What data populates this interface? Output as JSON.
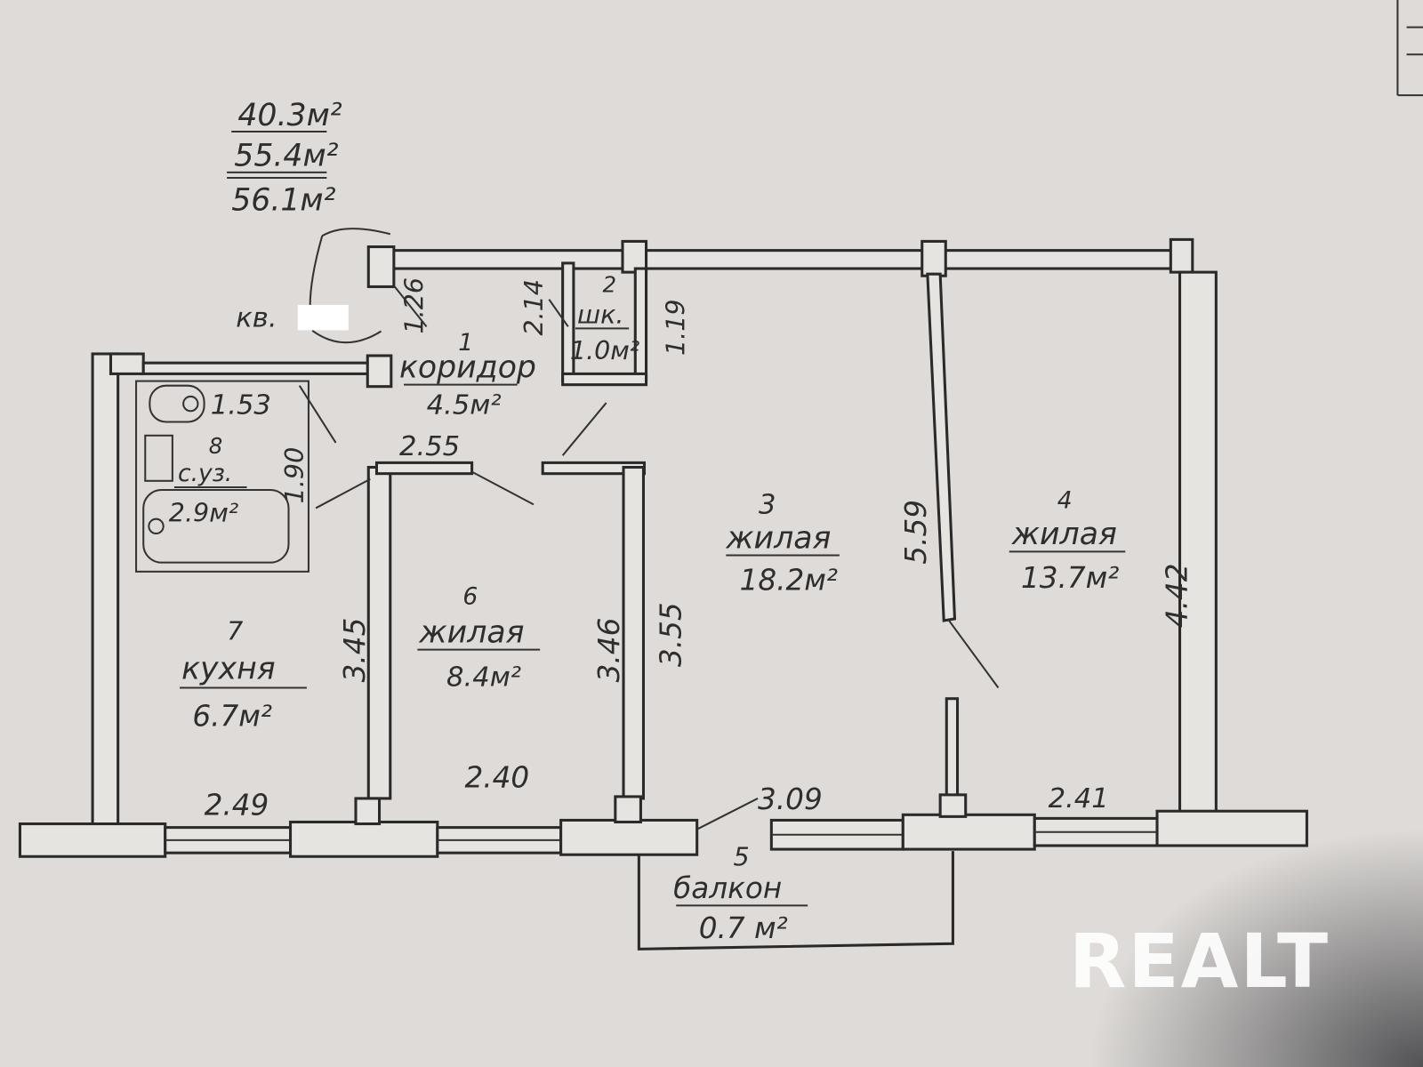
{
  "areas": {
    "living": "40.3м²",
    "total": "55.4м²",
    "total_with_balcony": "56.1м²"
  },
  "apartment_label": "кв.",
  "rooms": [
    {
      "number": "1",
      "name": "коридор",
      "area": "4.5м²"
    },
    {
      "number": "2",
      "name": "шк.",
      "area": "1.0м²"
    },
    {
      "number": "3",
      "name": "жилая",
      "area": "18.2м²"
    },
    {
      "number": "4",
      "name": "жилая",
      "area": "13.7м²"
    },
    {
      "number": "5",
      "name": "балкон",
      "area": "0.7 м²"
    },
    {
      "number": "6",
      "name": "жилая",
      "area": "8.4м²"
    },
    {
      "number": "7",
      "name": "кухня",
      "area": "6.7м²"
    },
    {
      "number": "8",
      "name": "с.уз.",
      "area": "2.9м²"
    }
  ],
  "dimensions": {
    "corridor_width": "1.26",
    "closet_depth": "2.14",
    "closet_width": "1.19",
    "toilet_width": "1.53",
    "bath_length": "1.90",
    "room6_top": "2.55",
    "kitchen_depth": "3.45",
    "room6_depth": "3.46",
    "room3_depth_left": "3.55",
    "room3_4_partition": "5.59",
    "room4_depth": "4.42",
    "kitchen_width": "2.49",
    "room6_width": "2.40",
    "room3_width": "3.09",
    "room4_width": "2.41"
  },
  "watermark": "REALT"
}
